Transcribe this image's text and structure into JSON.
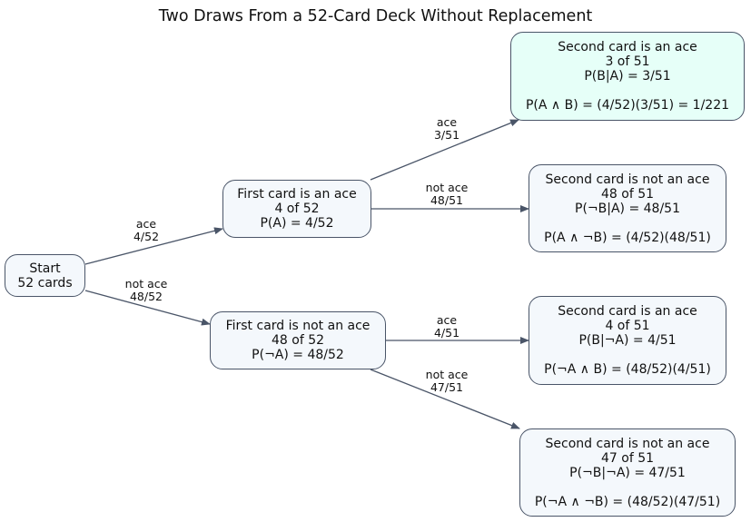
{
  "title": "Two Draws From a 52-Card Deck Without Replacement",
  "nodes": {
    "start": {
      "line1": "Start",
      "line2": "52 cards"
    },
    "first_ace": {
      "line1": "First card is an ace",
      "line2": "4 of 52",
      "line3": "P(A) = 4/52"
    },
    "first_not_ace": {
      "line1": "First card is not an ace",
      "line2": "48 of 52",
      "line3": "P(¬A) = 48/52"
    },
    "aa": {
      "line1": "Second card is an ace",
      "line2": "3 of 51",
      "line3": "P(B|A) = 3/51",
      "line4": "P(A ∧ B) = (4/52)(3/51) = 1/221"
    },
    "an": {
      "line1": "Second card is not an ace",
      "line2": "48 of 51",
      "line3": "P(¬B|A) = 48/51",
      "line4": "P(A ∧ ¬B) = (4/52)(48/51)"
    },
    "na": {
      "line1": "Second card is an ace",
      "line2": "4 of 51",
      "line3": "P(B|¬A) = 4/51",
      "line4": "P(¬A ∧ B) = (48/52)(4/51)"
    },
    "nn": {
      "line1": "Second card is not an ace",
      "line2": "47 of 51",
      "line3": "P(¬B|¬A) = 47/51",
      "line4": "P(¬A ∧ ¬B) = (48/52)(47/51)"
    }
  },
  "edges": {
    "start_first_ace": {
      "line1": "ace",
      "line2": "4/52"
    },
    "start_first_not_ace": {
      "line1": "not ace",
      "line2": "48/52"
    },
    "first_ace_aa": {
      "line1": "ace",
      "line2": "3/51"
    },
    "first_ace_an": {
      "line1": "not ace",
      "line2": "48/51"
    },
    "first_not_ace_na": {
      "line1": "ace",
      "line2": "4/51"
    },
    "first_not_ace_nn": {
      "line1": "not ace",
      "line2": "47/51"
    }
  },
  "colors": {
    "node_fill": "#f4f8fc",
    "highlight_fill": "#e6fff8",
    "stroke": "#4a5568"
  }
}
